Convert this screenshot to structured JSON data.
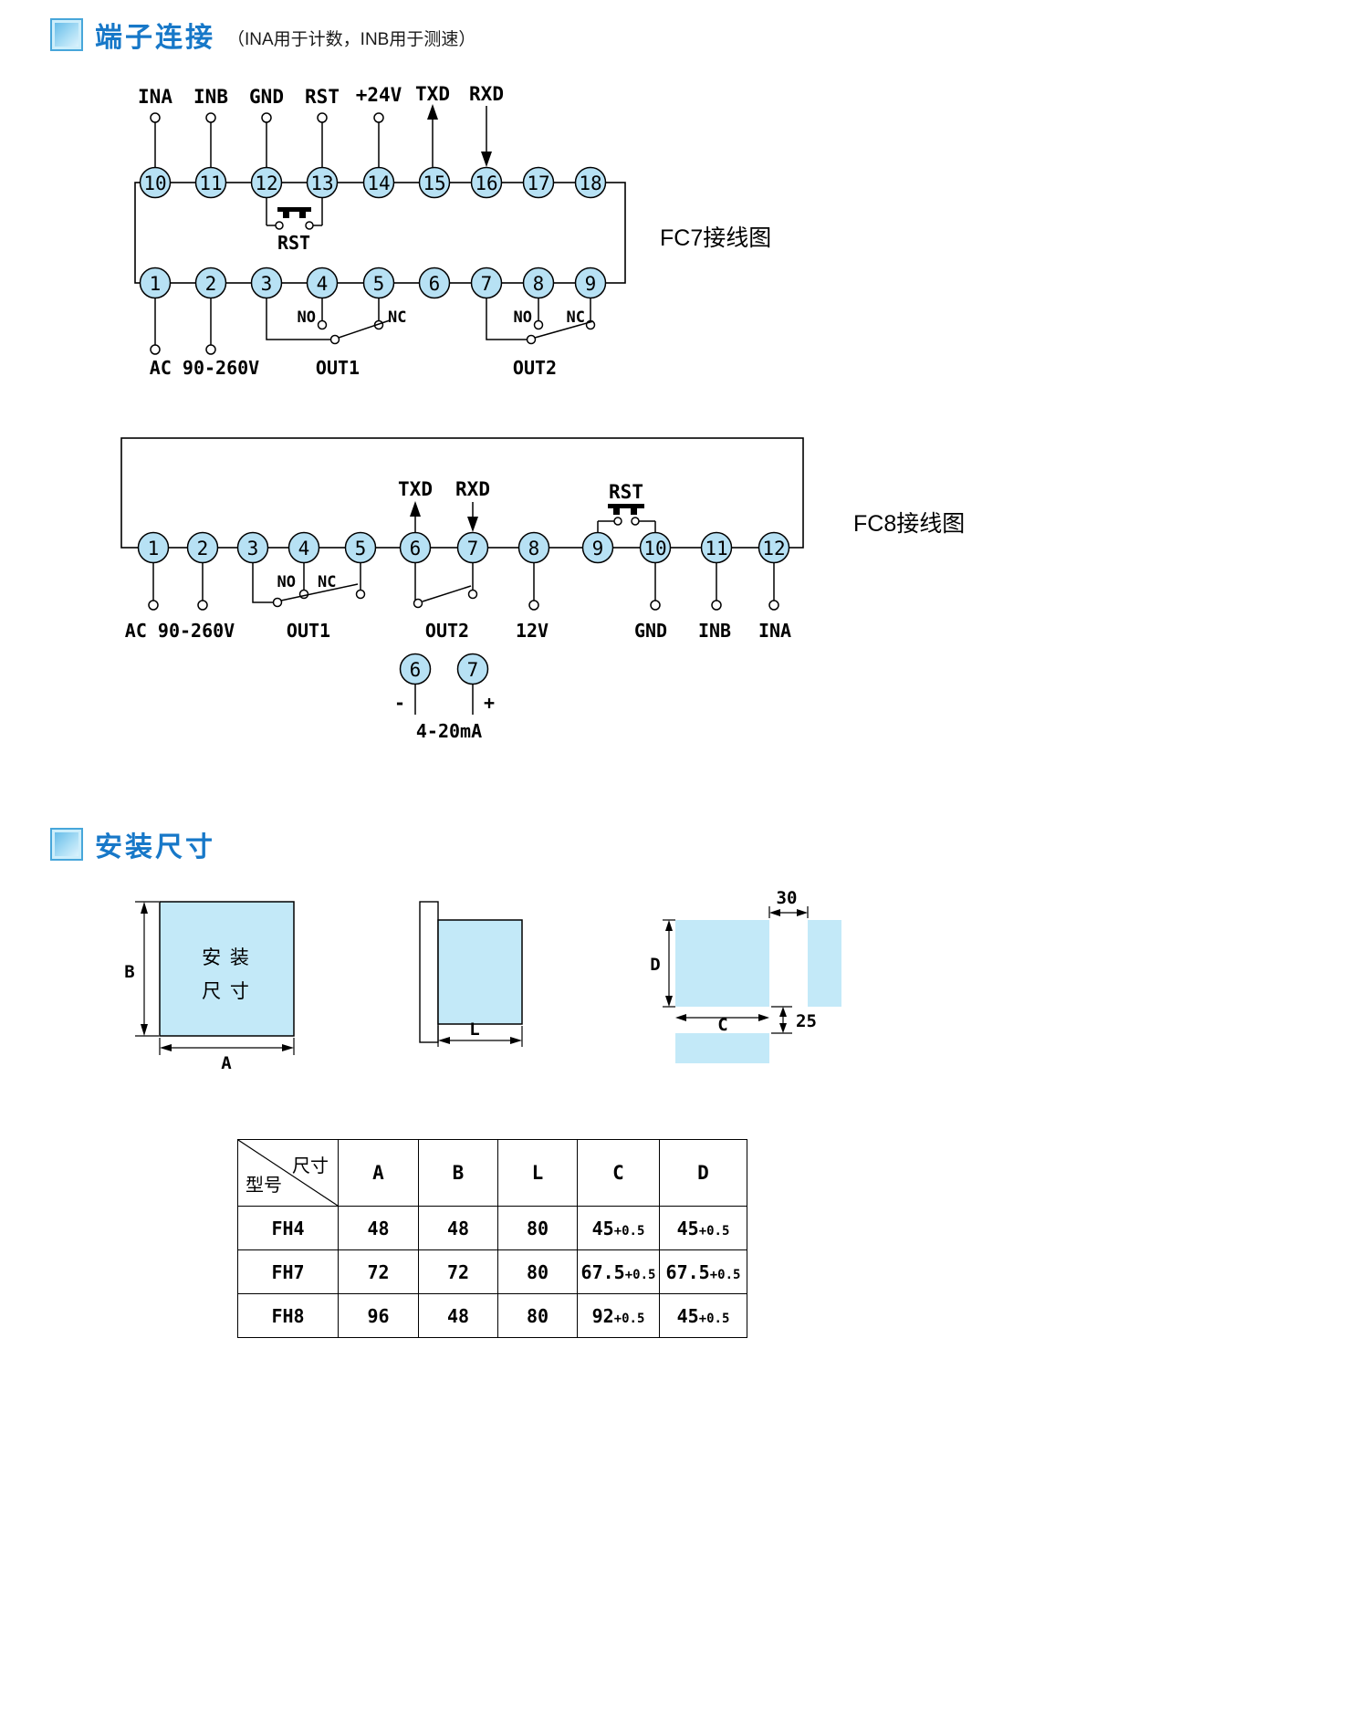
{
  "colors": {
    "terminal_fill": "#b7e1f4",
    "panel_fill": "#c3e9f8",
    "title_blue": "#1778c8"
  },
  "section_terminals": {
    "title": "端子连接",
    "subtitle": "（INA用于计数，INB用于测速）"
  },
  "fc7": {
    "caption": "FC7接线图",
    "signals": [
      "INA",
      "INB",
      "GND",
      "RST",
      "+24V",
      "TXD",
      "RXD"
    ],
    "top_terminals": [
      "10",
      "11",
      "12",
      "13",
      "14",
      "15",
      "16",
      "17",
      "18"
    ],
    "bottom_terminals": [
      "1",
      "2",
      "3",
      "4",
      "5",
      "6",
      "7",
      "8",
      "9"
    ],
    "rst_button": "RST",
    "ac": "AC 90-260V",
    "no": "NO",
    "nc": "NC",
    "out1": "OUT1",
    "out2": "OUT2"
  },
  "fc8": {
    "caption": "FC8接线图",
    "terminals": [
      "1",
      "2",
      "3",
      "4",
      "5",
      "6",
      "7",
      "8",
      "9",
      "10",
      "11",
      "12"
    ],
    "txd": "TXD",
    "rxd": "RXD",
    "rst": "RST",
    "ac": "AC 90-260V",
    "no": "NO",
    "nc": "NC",
    "out1": "OUT1",
    "out2": "OUT2",
    "v12": "12V",
    "gnd": "GND",
    "inb": "INB",
    "ina": "INA",
    "loop": {
      "t6": "6",
      "t7": "7",
      "minus": "-",
      "plus": "+",
      "label": "4-20mA"
    }
  },
  "section_dimensions": {
    "title": "安装尺寸"
  },
  "drawings": {
    "front": {
      "text1": "安 装",
      "text2": "尺 寸",
      "a": "A",
      "b": "B"
    },
    "side": {
      "l": "L"
    },
    "cutout": {
      "w30": "30",
      "d": "D",
      "c": "C",
      "g25": "25"
    }
  },
  "table": {
    "corner": {
      "top": "尺寸",
      "bottom": "型号"
    },
    "columns": [
      "A",
      "B",
      "L",
      "C",
      "D"
    ],
    "rows": [
      {
        "model": "FH4",
        "A": "48",
        "B": "48",
        "L": "80",
        "C": "45",
        "C_tol": "+0.5",
        "D": "45",
        "D_tol": "+0.5"
      },
      {
        "model": "FH7",
        "A": "72",
        "B": "72",
        "L": "80",
        "C": "67.5",
        "C_tol": "+0.5",
        "D": "67.5",
        "D_tol": "+0.5"
      },
      {
        "model": "FH8",
        "A": "96",
        "B": "48",
        "L": "80",
        "C": "92",
        "C_tol": "+0.5",
        "D": "45",
        "D_tol": "+0.5"
      }
    ]
  }
}
